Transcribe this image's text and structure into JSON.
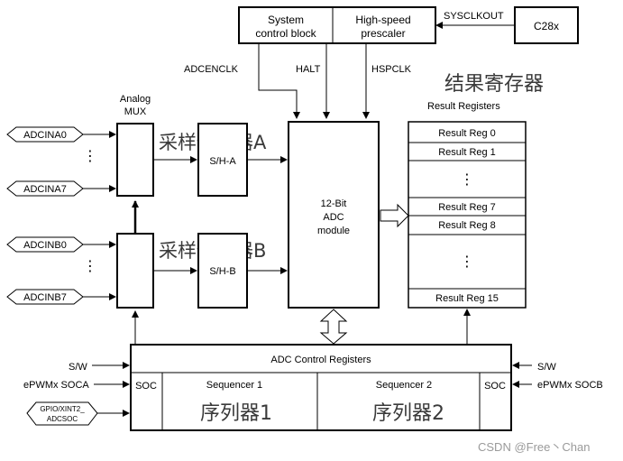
{
  "blocks": {
    "system_control_line1": "System",
    "system_control_line2": "control block",
    "prescaler_line1": "High-speed",
    "prescaler_line2": "prescaler",
    "cpu": "C28x",
    "analog_mux_line1": "Analog",
    "analog_mux_line2": "MUX",
    "sh_a": "S/H-A",
    "sh_b": "S/H-B",
    "adc_line1": "12-Bit",
    "adc_line2": "ADC",
    "adc_line3": "module",
    "control_registers": "ADC Control Registers",
    "soc_left": "SOC",
    "soc_right": "SOC",
    "seq1": "Sequencer 1",
    "seq2": "Sequencer 2",
    "result_registers_title": "Result Registers"
  },
  "signals": {
    "sysclkout": "SYSCLKOUT",
    "adcenclk": "ADCENCLK",
    "halt": "HALT",
    "hspclk": "HSPCLK",
    "sw_left": "S/W",
    "epwm_soca": "ePWMx SOCA",
    "sw_right": "S/W",
    "epwm_socb": "ePWMx SOCB",
    "gpio_line1": "GPIO/XINT2_",
    "gpio_line2": "ADCSOC"
  },
  "inputs": {
    "a0": "ADCINA0",
    "a7": "ADCINA7",
    "b0": "ADCINB0",
    "b7": "ADCINB7"
  },
  "results": [
    "Result Reg 0",
    "Result Reg 1",
    "Result Reg 7",
    "Result Reg 8",
    "Result Reg 15"
  ],
  "annotations": {
    "result_cn": "结果寄存器",
    "sha_cn": "采样保持器A",
    "shb_cn": "采样保持器B",
    "seq1_cn": "序列器1",
    "seq2_cn": "序列器2"
  },
  "watermark": "CSDN @Free丶Chan"
}
